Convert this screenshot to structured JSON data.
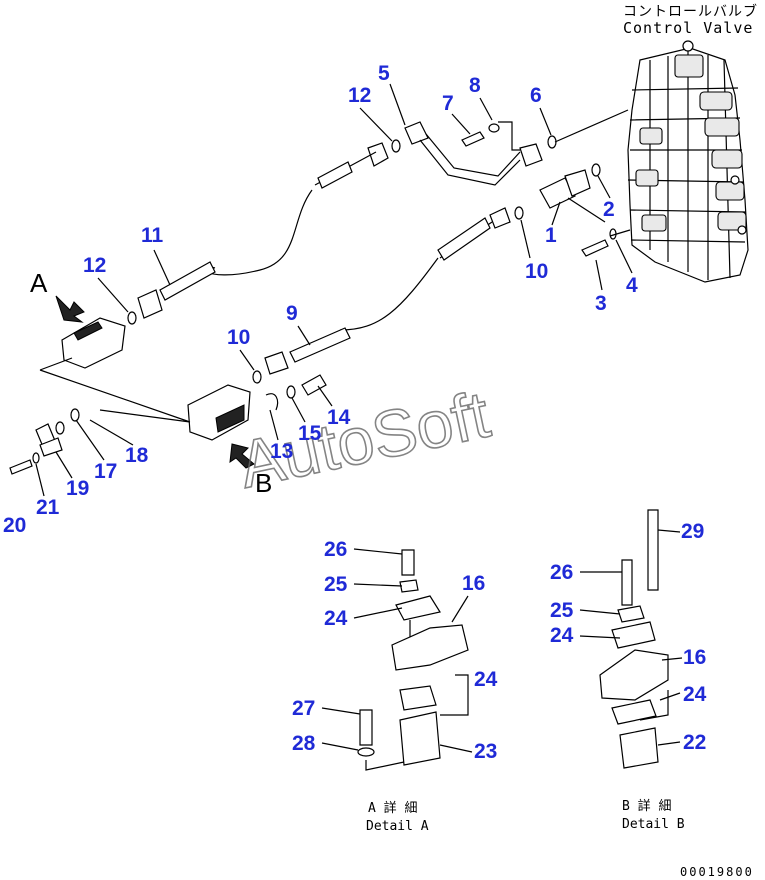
{
  "header": {
    "jp_title": "コントロールバルブ",
    "en_title": "Control Valve"
  },
  "view_markers": {
    "a": "A",
    "b": "B"
  },
  "details": [
    {
      "jp": "A 詳 細",
      "en": "Detail A"
    },
    {
      "jp": "B 詳 細",
      "en": "Detail B"
    }
  ],
  "watermark": "AutoSoft",
  "doc_number": "00019800",
  "callouts": [
    "1",
    "2",
    "3",
    "4",
    "5",
    "6",
    "7",
    "8",
    "9",
    "10",
    "10",
    "11",
    "12",
    "12",
    "13",
    "14",
    "15",
    "16",
    "16",
    "17",
    "18",
    "19",
    "20",
    "21",
    "22",
    "23",
    "24",
    "24",
    "24",
    "24",
    "25",
    "25",
    "26",
    "26",
    "27",
    "28",
    "29"
  ],
  "colors": {
    "callout": "#1f2ad6",
    "line": "#000000",
    "watermark": "#666666"
  }
}
